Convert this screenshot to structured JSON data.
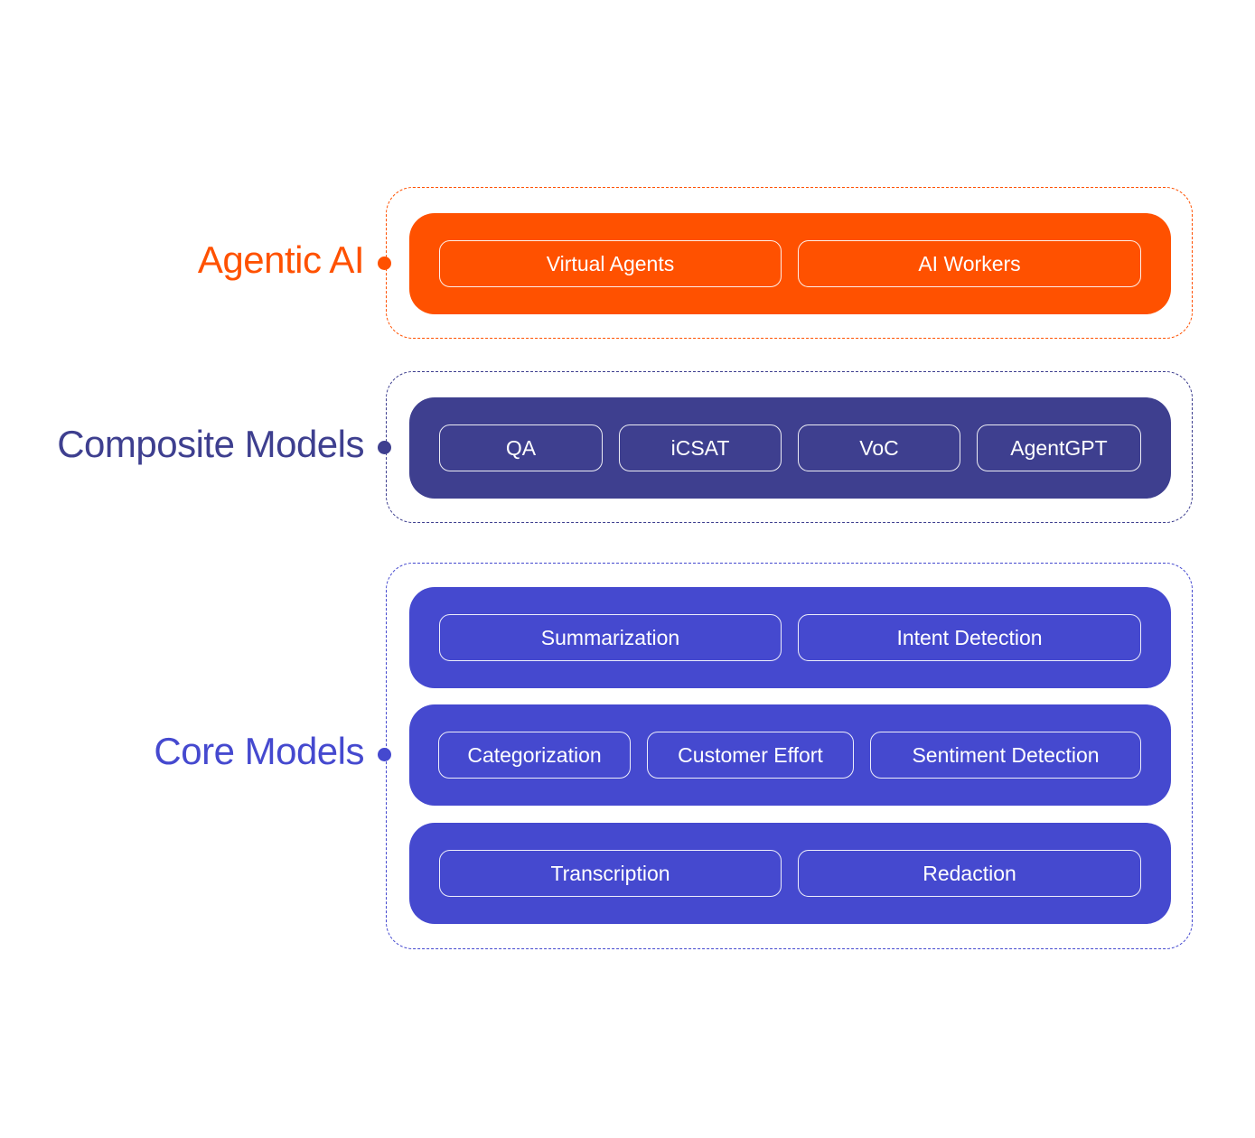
{
  "colors": {
    "agentic": "#FF5100",
    "composite": "#3E3F8F",
    "core": "#4549CF",
    "pill_text": "#FFFFFF",
    "background": "#FFFFFF"
  },
  "tiers": {
    "agentic": {
      "label": "Agentic AI",
      "panels": [
        {
          "pills": [
            "Virtual Agents",
            "AI Workers"
          ]
        }
      ]
    },
    "composite": {
      "label": "Composite Models",
      "panels": [
        {
          "pills": [
            "QA",
            "iCSAT",
            "VoC",
            "AgentGPT"
          ]
        }
      ]
    },
    "core": {
      "label": "Core Models",
      "panels": [
        {
          "pills": [
            "Summarization",
            "Intent Detection"
          ]
        },
        {
          "pills": [
            "Categorization",
            "Customer Effort",
            "Sentiment Detection"
          ]
        },
        {
          "pills": [
            "Transcription",
            "Redaction"
          ]
        }
      ]
    }
  }
}
